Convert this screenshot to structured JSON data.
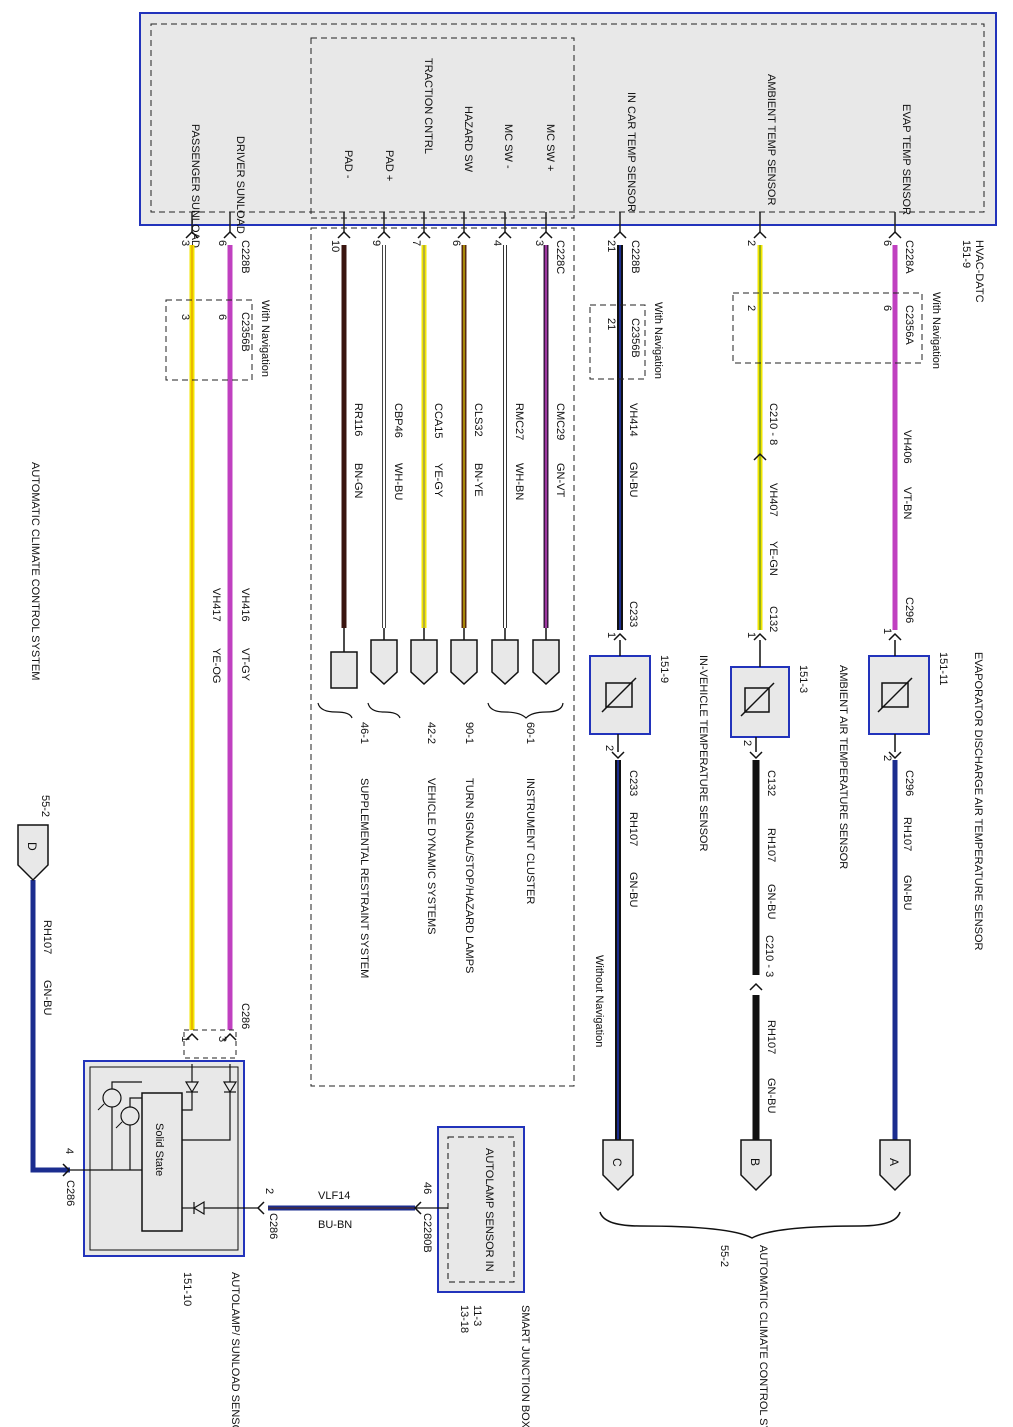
{
  "title": "AUTOMATIC CLIMATE CONTROL SYSTEM",
  "colors": {
    "module_border": "#2233bb",
    "module_fill": "#e8e8e8",
    "bu": "#1b2d8f",
    "vt": "#c040c0",
    "ye": "#f2e600",
    "bn": "#5a2a10",
    "gn": "#3a7a2a",
    "black": "#111111",
    "wh": "#ffffff"
  },
  "module": {
    "name": "HVAC-DATC",
    "page": "151-9",
    "pins": {
      "evap": "EVAP TEMP SENSOR",
      "ambient": "AMBIENT TEMP SENSOR",
      "incar": "IN CAR TEMP SENSOR",
      "mc_plus": "MC SW +",
      "mc_minus": "MC SW -",
      "hazard": "HAZARD SW",
      "traction": "TRACTION CNTRL",
      "pad_plus": "PAD +",
      "pad_minus": "PAD -",
      "driver": "DRIVER SUNLOAD",
      "passenger": "PASSENGER SUNLOAD"
    }
  },
  "labels": {
    "with_nav": "With Navigation",
    "without_nav": "Without Navigation",
    "acc_system": "AUTOMATIC CLIMATE CONTROL SYSTEM",
    "acc_page": "55-2",
    "solid_state": "Solid State"
  },
  "connectors": {
    "c228a": "C228A",
    "c2356a": "C2356A",
    "c228b": "C228B",
    "c2356b": "C2356B",
    "c228c": "C228C",
    "c210_8": "C210 - 8",
    "c210_3": "C210 - 3",
    "c296": "C296",
    "c132": "C132",
    "c233": "C233",
    "c286": "C286",
    "c2280b": "C2280B"
  },
  "pin_numbers": {
    "evap_6": "6",
    "amb_2": "2",
    "incar_21": "21",
    "mc_plus_3": "3",
    "mc_minus_4": "4",
    "hazard_6": "6",
    "traction_7": "7",
    "pad_plus_9": "9",
    "pad_minus_10": "10",
    "driver_6": "6",
    "passenger_3": "3",
    "one": "1",
    "two": "2",
    "three": "3",
    "four": "4",
    "forty_six": "46"
  },
  "wires": {
    "vh406": "VH406",
    "vt_bn": "VT-BN",
    "vh407": "VH407",
    "ye_gn": "YE-GN",
    "vh414": "VH414",
    "gn_bu": "GN-BU",
    "rh107": "RH107",
    "cmc29": "CMC29",
    "gn_vt": "GN-VT",
    "rmc27": "RMC27",
    "wh_bn": "WH-BN",
    "cls32": "CLS32",
    "bn_ye": "BN-YE",
    "cca15": "CCA15",
    "ye_gy": "YE-GY",
    "cbp46": "CBP46",
    "wh_bu": "WH-BU",
    "rr116": "RR116",
    "bn_gn": "BN-GN",
    "vh416": "VH416",
    "vt_gy": "VT-GY",
    "vh417": "VH417",
    "ye_og": "YE-OG",
    "vlf14": "VLF14",
    "bu_bn": "BU-BN"
  },
  "sensors": {
    "evap": {
      "name": "EVAPORATOR DISCHARGE AIR TEMPERATURE SENSOR",
      "page": "151-11"
    },
    "ambient": {
      "name": "AMBIENT AIR TEMPERATURE SENSOR",
      "page": "151-3"
    },
    "incar": {
      "name": "IN-VEHICLE TEMPERATURE SENSOR",
      "page": "151-9"
    },
    "sunload": {
      "name": "AUTOLAMP/ SUNLOAD SENSOR",
      "page": "151-10"
    }
  },
  "destinations": {
    "ic": {
      "page": "60-1",
      "name": "INSTRUMENT CLUSTER"
    },
    "turn": {
      "page": "90-1",
      "name": "TURN SIGNAL/STOP/HAZARD LAMPS"
    },
    "vds": {
      "page": "42-2",
      "name": "VEHICLE DYNAMIC SYSTEMS"
    },
    "srs": {
      "page": "46-1",
      "name": "SUPPLEMENTAL RESTRAINT SYSTEM"
    }
  },
  "sjb": {
    "pin": "AUTOLAMP SENSOR IN",
    "name": "SMART JUNCTION BOX (SJB)",
    "page1": "11-3",
    "page2": "13-18"
  },
  "ref_letters": {
    "a": "A",
    "b": "B",
    "c": "C",
    "d": "D"
  }
}
